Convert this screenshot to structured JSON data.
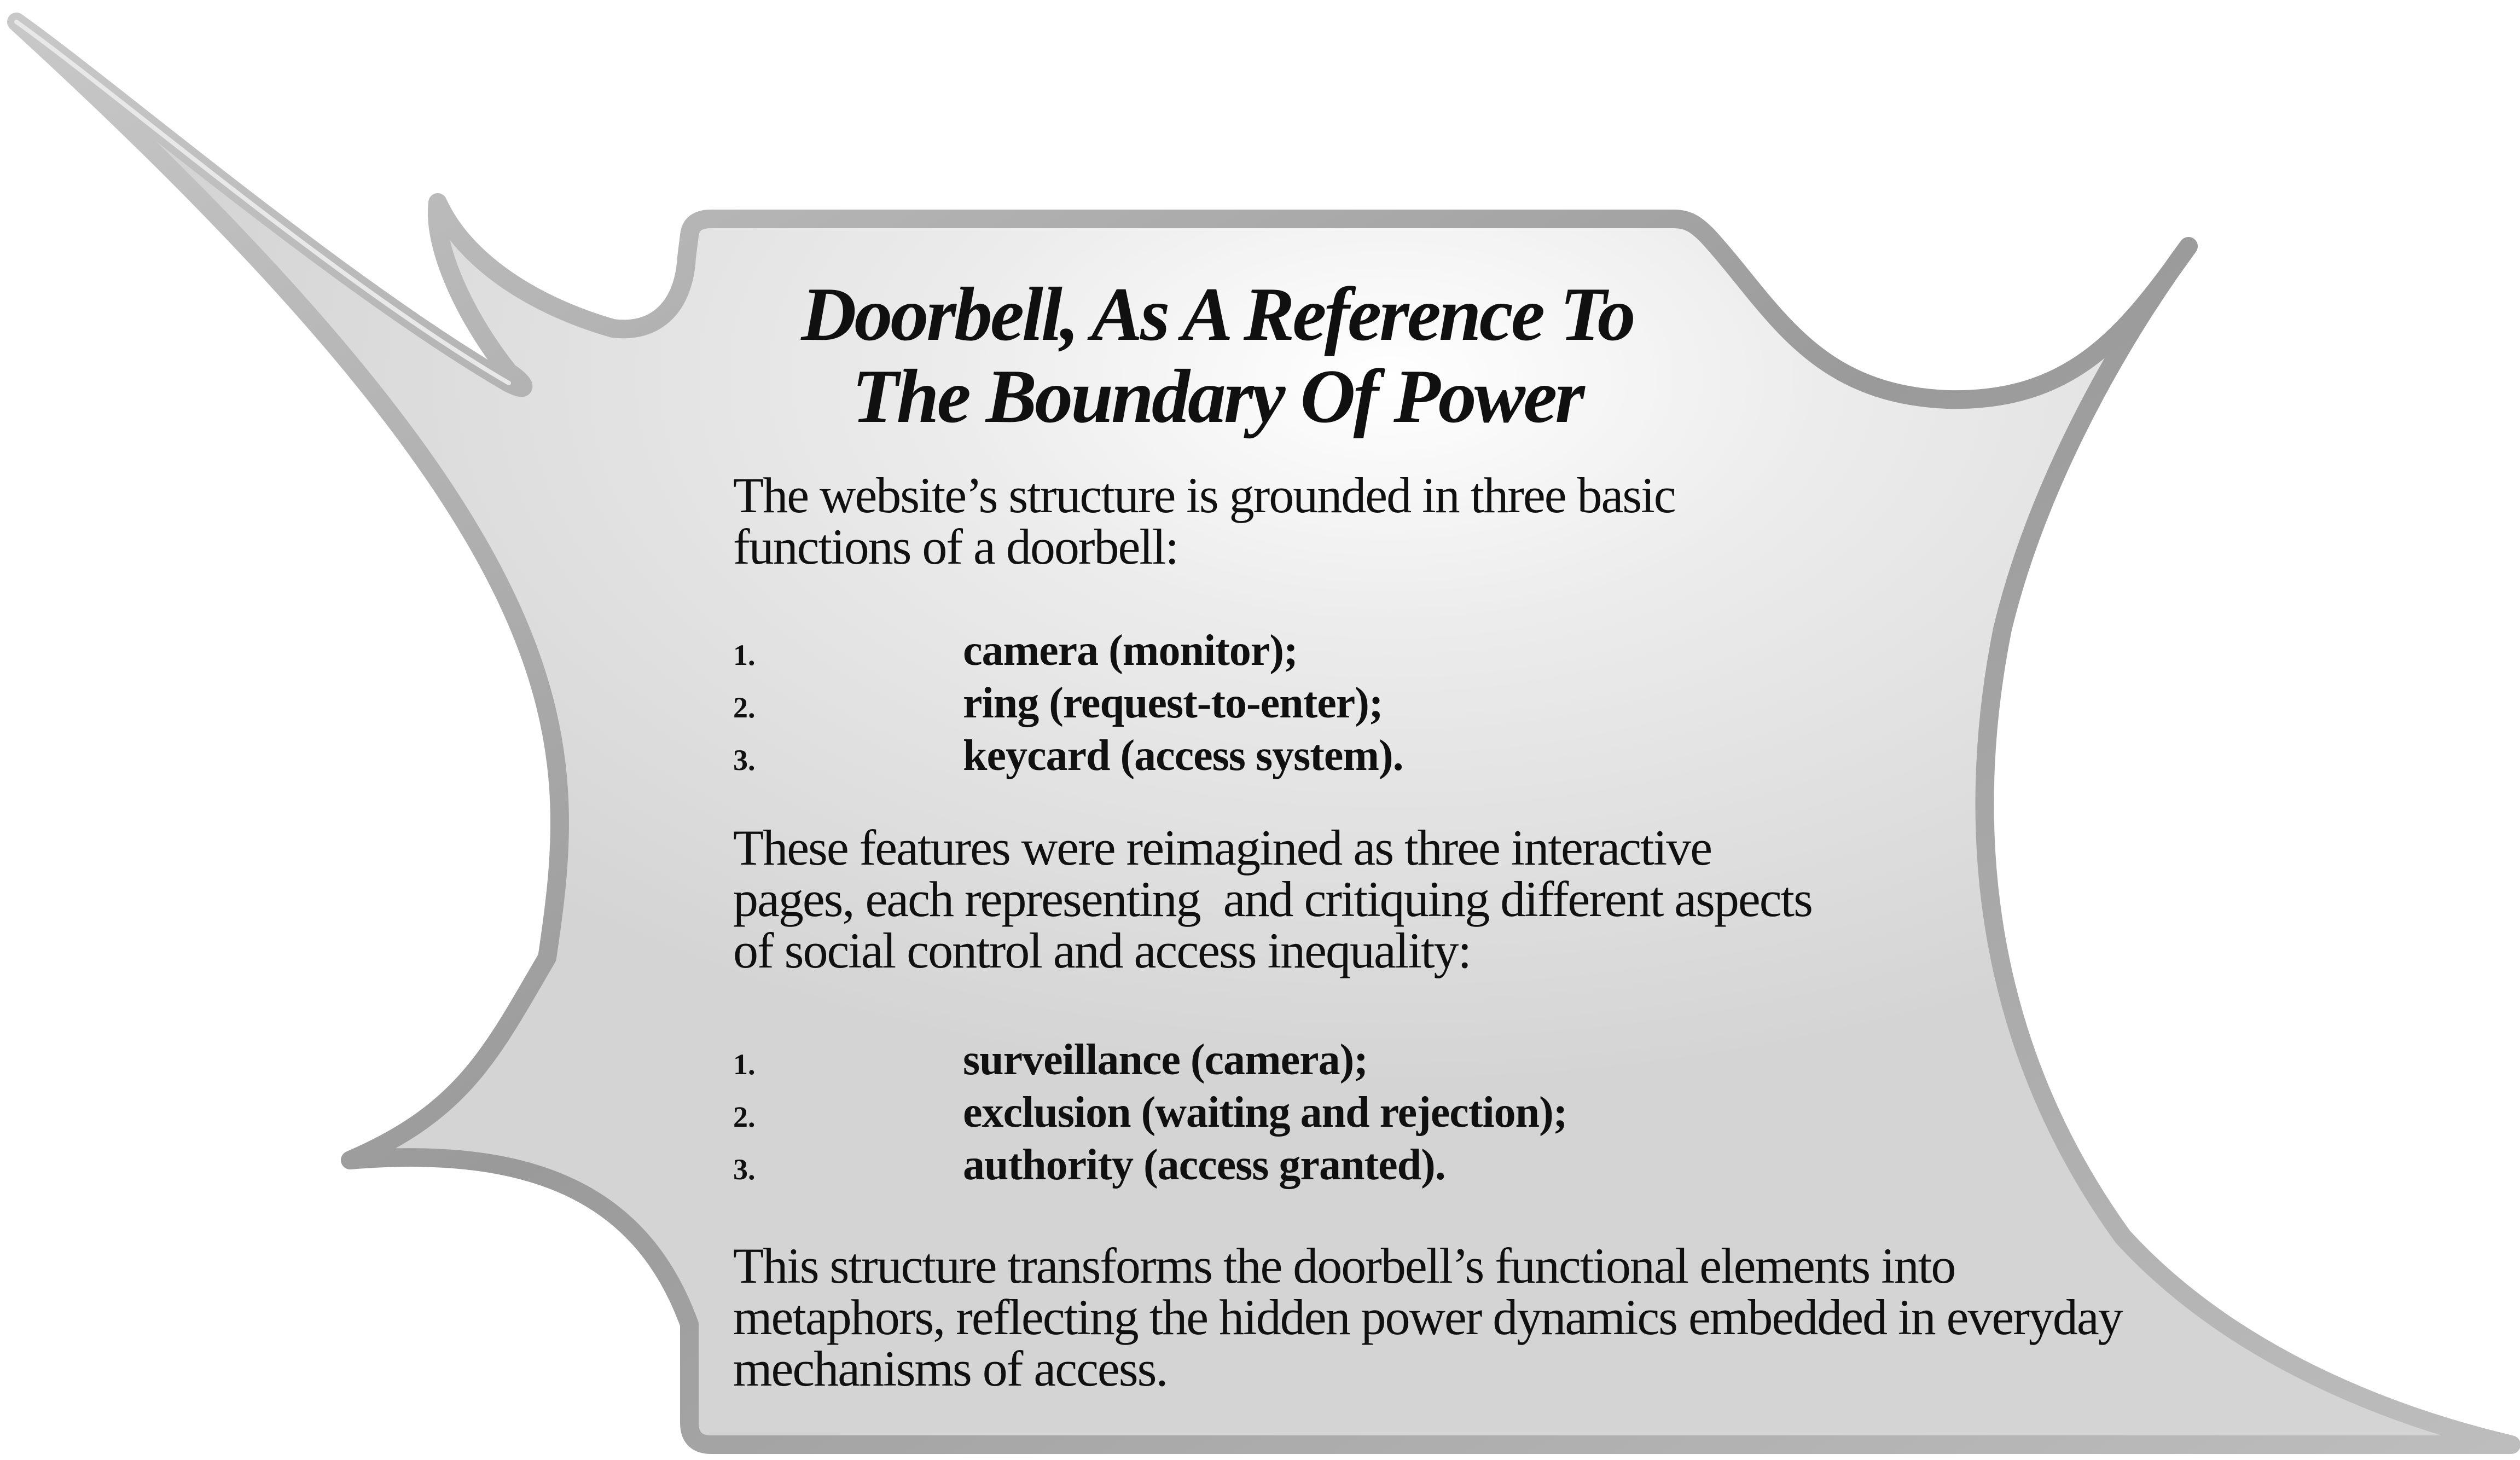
{
  "title_line1": "Doorbell, As A Reference To",
  "title_line2": "The Boundary Of Power",
  "intro_line1": "The website’s structure is grounded in three basic",
  "intro_line2": "functions of a doorbell:",
  "functions": [
    {
      "num": "1.",
      "text": "camera (monitor);"
    },
    {
      "num": "2.",
      "text": "ring (request-to-enter);"
    },
    {
      "num": "3.",
      "text": "keycard (access system)."
    }
  ],
  "features_line1": "These features were reimagined as three interactive",
  "features_line2": "pages, each representing  and critiquing different aspects",
  "features_line3": "of social control and access inequality:",
  "pages": [
    {
      "num": "1.",
      "text": "surveillance (camera);"
    },
    {
      "num": "2.",
      "text": "exclusion (waiting and rejection);"
    },
    {
      "num": "3.",
      "text": "authority (access granted)."
    }
  ],
  "conclusion_line1": "This structure transforms the doorbell’s functional elements into",
  "conclusion_line2": "metaphors, reflecting the hidden power dynamics embedded in everyday",
  "conclusion_line3": "mechanisms of access.",
  "colors": {
    "panel_fill": "#d9d9d9",
    "frame_stroke": "#a6a6a6",
    "text": "#101010"
  }
}
